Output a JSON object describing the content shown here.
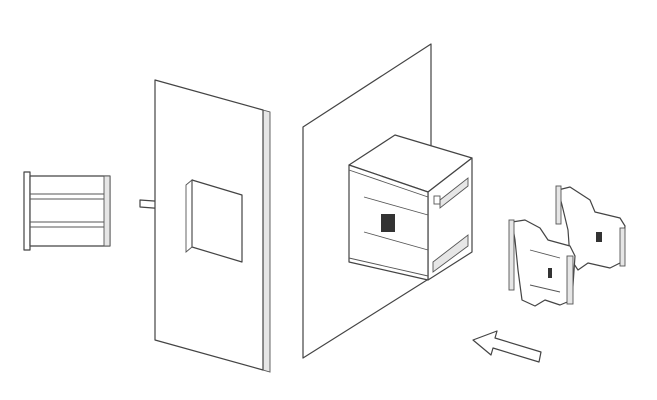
{
  "diagram": {
    "description_steps": [
      "bezel",
      "panel-cutout",
      "mounting-panel",
      "device",
      "mounting-clips"
    ],
    "colors": {
      "stroke": "#444444",
      "background": "#ffffff"
    }
  }
}
